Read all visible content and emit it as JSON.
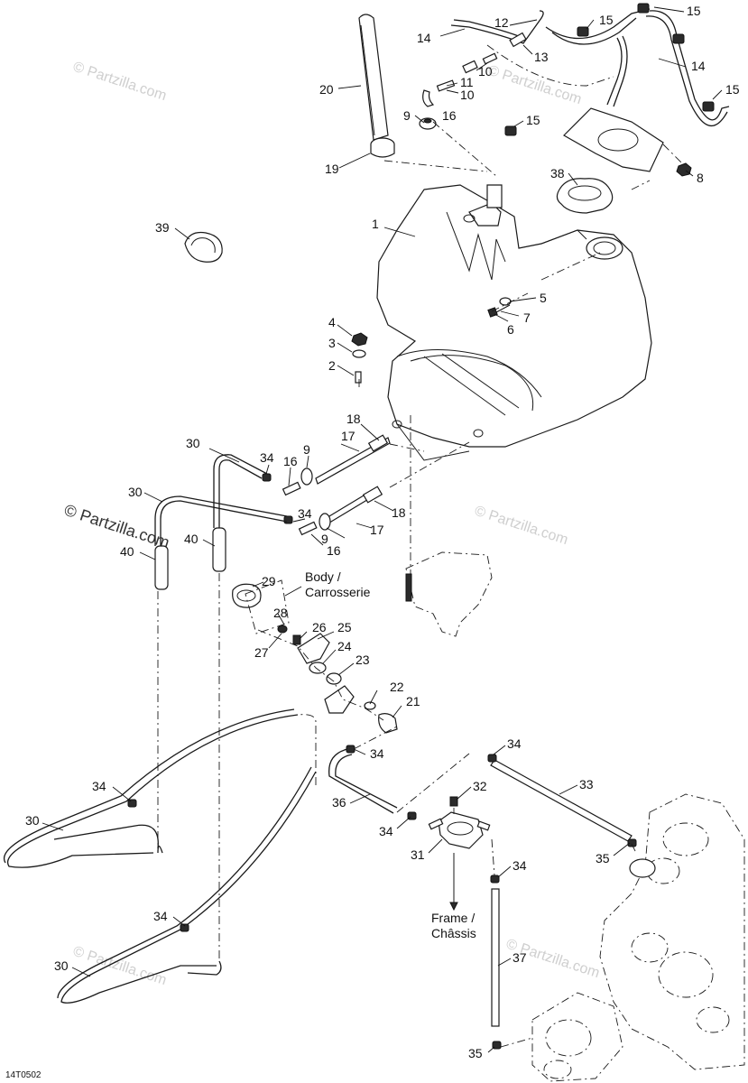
{
  "diagram": {
    "reference_code": "14T0502",
    "watermark": "© Partzilla.com",
    "watermark_prominent": "© Partzilla.com",
    "notes": {
      "body_line1": "Body /",
      "body_line2": "Carrosserie",
      "frame_line1": "Frame /",
      "frame_line2": "Châssis"
    },
    "callouts": [
      {
        "id": "c1",
        "text": "1"
      },
      {
        "id": "c2",
        "text": "2"
      },
      {
        "id": "c3",
        "text": "3"
      },
      {
        "id": "c4",
        "text": "4"
      },
      {
        "id": "c5",
        "text": "5"
      },
      {
        "id": "c6",
        "text": "6"
      },
      {
        "id": "c7",
        "text": "7"
      },
      {
        "id": "c8",
        "text": "8"
      },
      {
        "id": "c9a",
        "text": "9"
      },
      {
        "id": "c9b",
        "text": "9"
      },
      {
        "id": "c9c",
        "text": "9"
      },
      {
        "id": "c10a",
        "text": "10"
      },
      {
        "id": "c10b",
        "text": "10"
      },
      {
        "id": "c11",
        "text": "11"
      },
      {
        "id": "c12",
        "text": "12"
      },
      {
        "id": "c13",
        "text": "13"
      },
      {
        "id": "c14a",
        "text": "14"
      },
      {
        "id": "c14b",
        "text": "14"
      },
      {
        "id": "c15a",
        "text": "15"
      },
      {
        "id": "c15b",
        "text": "15"
      },
      {
        "id": "c15c",
        "text": "15"
      },
      {
        "id": "c15d",
        "text": "15"
      },
      {
        "id": "c16a",
        "text": "16"
      },
      {
        "id": "c16b",
        "text": "16"
      },
      {
        "id": "c16c",
        "text": "16"
      },
      {
        "id": "c17a",
        "text": "17"
      },
      {
        "id": "c17b",
        "text": "17"
      },
      {
        "id": "c18a",
        "text": "18"
      },
      {
        "id": "c18b",
        "text": "18"
      },
      {
        "id": "c19",
        "text": "19"
      },
      {
        "id": "c20",
        "text": "20"
      },
      {
        "id": "c21",
        "text": "21"
      },
      {
        "id": "c22",
        "text": "22"
      },
      {
        "id": "c23",
        "text": "23"
      },
      {
        "id": "c24",
        "text": "24"
      },
      {
        "id": "c25",
        "text": "25"
      },
      {
        "id": "c26",
        "text": "26"
      },
      {
        "id": "c27",
        "text": "27"
      },
      {
        "id": "c28",
        "text": "28"
      },
      {
        "id": "c29",
        "text": "29"
      },
      {
        "id": "c30a",
        "text": "30"
      },
      {
        "id": "c30b",
        "text": "30"
      },
      {
        "id": "c30c",
        "text": "30"
      },
      {
        "id": "c30d",
        "text": "30"
      },
      {
        "id": "c31",
        "text": "31"
      },
      {
        "id": "c32",
        "text": "32"
      },
      {
        "id": "c33",
        "text": "33"
      },
      {
        "id": "c34a",
        "text": "34"
      },
      {
        "id": "c34b",
        "text": "34"
      },
      {
        "id": "c34c",
        "text": "34"
      },
      {
        "id": "c34d",
        "text": "34"
      },
      {
        "id": "c34e",
        "text": "34"
      },
      {
        "id": "c34f",
        "text": "34"
      },
      {
        "id": "c34g",
        "text": "34"
      },
      {
        "id": "c34h",
        "text": "34"
      },
      {
        "id": "c35a",
        "text": "35"
      },
      {
        "id": "c35b",
        "text": "35"
      },
      {
        "id": "c36",
        "text": "36"
      },
      {
        "id": "c37",
        "text": "37"
      },
      {
        "id": "c38",
        "text": "38"
      },
      {
        "id": "c39",
        "text": "39"
      },
      {
        "id": "c40a",
        "text": "40"
      },
      {
        "id": "c40b",
        "text": "40"
      }
    ]
  }
}
